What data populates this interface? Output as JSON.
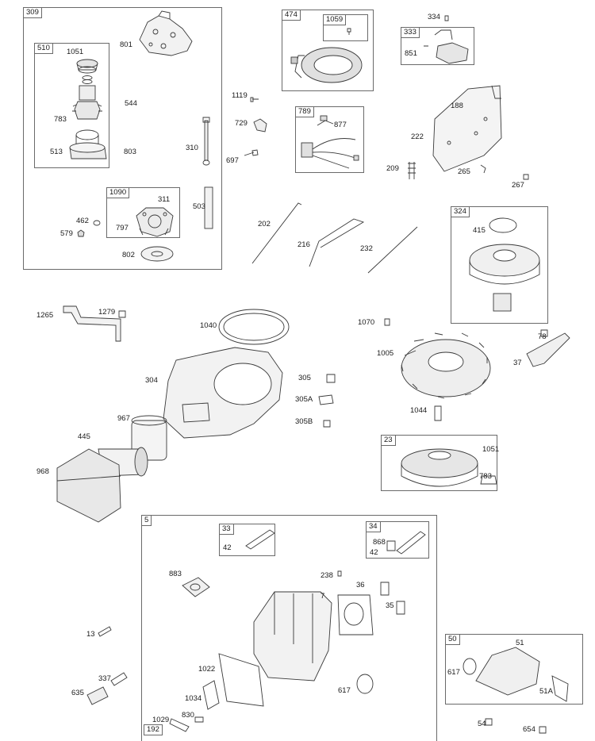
{
  "boxes": {
    "b309": "309",
    "b510": "510",
    "b1090": "1090",
    "b474": "474",
    "b1059": "1059",
    "b333": "333",
    "b789": "789",
    "b324": "324",
    "b23": "23",
    "b5": "5",
    "b33": "33",
    "b34": "34",
    "b50": "50",
    "b192": "192"
  },
  "labels": {
    "p801": "801",
    "p1051a": "1051",
    "p544": "544",
    "p783a": "783",
    "p513": "513",
    "p803": "803",
    "p310": "310",
    "p311": "311",
    "p797": "797",
    "p503": "503",
    "p462": "462",
    "p579": "579",
    "p802": "802",
    "p334": "334",
    "p851": "851",
    "p1119": "1119",
    "p729": "729",
    "p697": "697",
    "p877": "877",
    "p188": "188",
    "p222": "222",
    "p209": "209",
    "p265": "265",
    "p267": "267",
    "p202": "202",
    "p216": "216",
    "p232": "232",
    "p415": "415",
    "p1265": "1265",
    "p1279": "1279",
    "p1040": "1040",
    "p1070": "1070",
    "p78": "78",
    "p1005": "1005",
    "p37": "37",
    "p304": "304",
    "p305": "305",
    "p305a": "305A",
    "p305b": "305B",
    "p1044": "1044",
    "p967": "967",
    "p445": "445",
    "p968": "968",
    "p1051b": "1051",
    "p783b": "783",
    "p42a": "42",
    "p868": "868",
    "p42b": "42",
    "p883": "883",
    "p238": "238",
    "p36": "36",
    "p7": "7",
    "p35": "35",
    "p13": "13",
    "p1022": "1022",
    "p617a": "617",
    "p337": "337",
    "p635": "635",
    "p1034": "1034",
    "p830": "830",
    "p1029": "1029",
    "p51": "51",
    "p617b": "617",
    "p51a": "51A",
    "p54": "54",
    "p654": "654"
  }
}
